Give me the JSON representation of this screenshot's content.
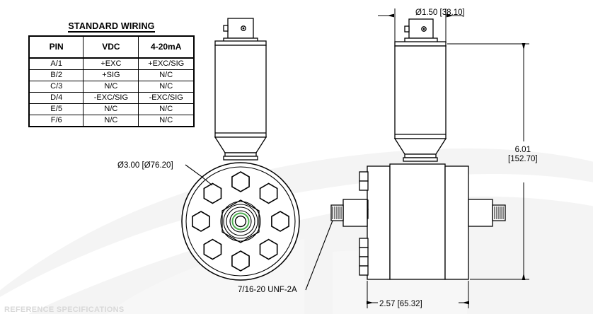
{
  "wiring": {
    "title": "STANDARD WIRING",
    "columns": [
      "PIN",
      "VDC",
      "4-20mA"
    ],
    "rows": [
      [
        "A/1",
        "+EXC",
        "+EXC/SIG"
      ],
      [
        "B/2",
        "+SIG",
        "N/C"
      ],
      [
        "C/3",
        "N/C",
        "N/C"
      ],
      [
        "D/4",
        "-EXC/SIG",
        "-EXC/SIG"
      ],
      [
        "E/5",
        "N/C",
        "N/C"
      ],
      [
        "F/6",
        "N/C",
        "N/C"
      ]
    ]
  },
  "annotations": {
    "flange_diameter": "Ø3.00 [Ø76.20]",
    "thread_spec": "7/16-20 UNF-2A",
    "top_diameter": "Ø1.50 [38.10]",
    "overall_height_in": "6.01",
    "overall_height_mm": "[152.70]",
    "overall_width": "2.57 [65.32]"
  },
  "footer": {
    "text": "REFERENCE SPECIFICATIONS"
  },
  "colors": {
    "line": "#000000",
    "oring": "#4caf50",
    "watermark": "#f2f2f2",
    "footer": "#d8d8d8"
  }
}
